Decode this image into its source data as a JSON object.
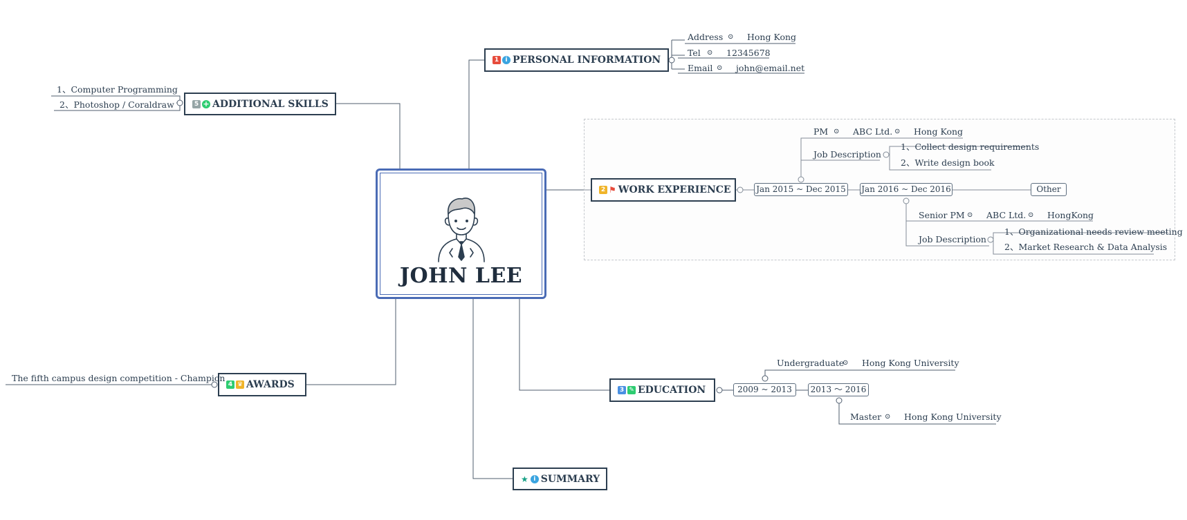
{
  "central": {
    "name": "JOHN LEE",
    "avatar_icon": "man-avatar-icon"
  },
  "colors": {
    "line": "#4f5d6e",
    "box_border": "#2c3e50",
    "central_border": "#4a6bb5",
    "badge_red": "#e74c3c",
    "badge_yellow": "#f0b429",
    "badge_blue": "#4a90e2",
    "badge_green": "#2ecc71",
    "badge_gray": "#95a5a6",
    "info_blue": "#3aa4e0"
  },
  "branches": {
    "personal": {
      "label": "PERSONAL INFORMATION",
      "badge": "1",
      "icon": "info-icon",
      "items": [
        {
          "key": "Address",
          "value": "Hong Kong"
        },
        {
          "key": "Tel",
          "value": "12345678"
        },
        {
          "key": "Email",
          "value": "john@email.net"
        }
      ]
    },
    "work": {
      "label": "WORK EXPERIENCE",
      "badge": "2",
      "icon": "flag-icon",
      "periods": [
        {
          "label": "Jan 2015 ~ Dec 2015",
          "role": "PM",
          "company": "ABC Ltd.",
          "location": "Hong Kong",
          "job_label": "Job Description",
          "duties": [
            "1、Collect design requirements",
            "2、Write design book"
          ]
        },
        {
          "label": "Jan 2016 ~ Dec 2016",
          "role": "Senior PM",
          "company": "ABC Ltd.",
          "location": "HongKong",
          "job_label": "Job Description",
          "duties": [
            "1、Organizational needs review meeting",
            "2、Market Research & Data Analysis"
          ]
        }
      ],
      "other": "Other"
    },
    "education": {
      "label": "EDUCATION",
      "badge": "3",
      "icon": "pencil-icon",
      "periods": [
        {
          "label": "2009 ~ 2013",
          "degree": "Undergraduate",
          "school": "Hong Kong University"
        },
        {
          "label": "2013 〜 2016",
          "degree": "Master",
          "school": "Hong Kong University"
        }
      ]
    },
    "awards": {
      "label": "AWARDS",
      "badge": "4",
      "icon": "trophy-icon",
      "items": [
        "The fifth campus design competition - Champion"
      ]
    },
    "skills": {
      "label": "ADDITIONAL SKILLS",
      "badge": "5",
      "icon": "plus-icon",
      "items": [
        "1、Computer Programming",
        "2、Photoshop / Coraldraw"
      ]
    },
    "summary": {
      "label": "SUMMARY",
      "icon": "star-icon",
      "icon2": "info-icon"
    }
  }
}
